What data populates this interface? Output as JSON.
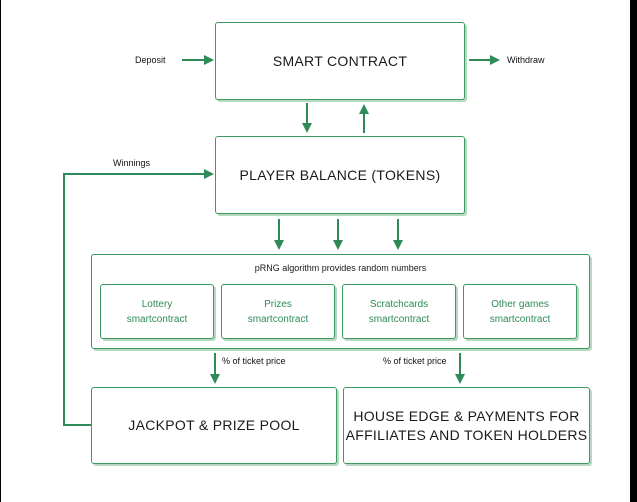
{
  "boxes": {
    "smart_contract": "SMART CONTRACT",
    "player_balance": "PLAYER BALANCE (TOKENS)",
    "jackpot": "JACKPOT & PRIZE POOL",
    "house_edge": "HOUSE EDGE & PAYMENTS FOR\nAFFILIATES AND TOKEN HOLDERS"
  },
  "container": {
    "title": "pRNG algorithm provides random numbers",
    "games": [
      {
        "name": "Lottery",
        "type": "smartcontract"
      },
      {
        "name": "Prizes",
        "type": "smartcontract"
      },
      {
        "name": "Scratchcards",
        "type": "smartcontract"
      },
      {
        "name": "Other games",
        "type": "smartcontract"
      }
    ]
  },
  "labels": {
    "deposit": "Deposit",
    "withdraw": "Withdraw",
    "winnings": "Winnings",
    "ticket_left": "% of ticket price",
    "ticket_right": "% of ticket price"
  },
  "colors": {
    "accent": "#2e8b57",
    "border": "#3c9a5f"
  }
}
